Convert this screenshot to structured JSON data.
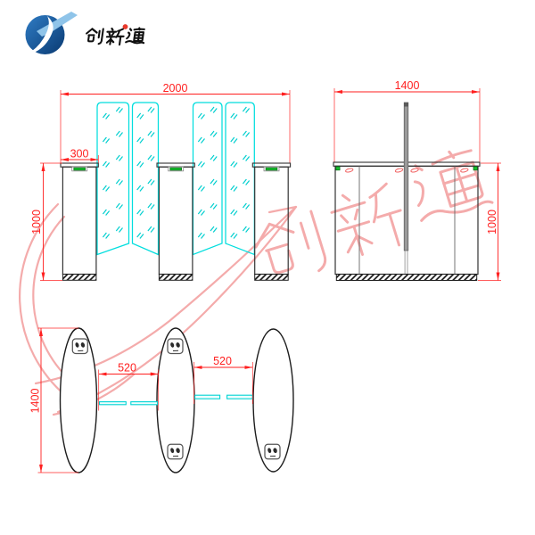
{
  "logo": {
    "text": "创新通",
    "dot_color": "#e8392b",
    "globe_gradient": [
      "#2f7cc4",
      "#0a3a72"
    ],
    "arrow_color": "#8fc4e9"
  },
  "watermark": {
    "text": "创新通",
    "color": "#f4abab"
  },
  "colors": {
    "dimension_red": "#ff1f1f",
    "glass_cyan": "#00dede",
    "glass_sparkle": "#00cfcf",
    "led_green": "#15c02c",
    "pole_grey": "#9a9a9a",
    "line_dark": "#333333",
    "hatch_black": "#111111",
    "slot_red": "#f06060"
  },
  "views": {
    "front": {
      "dims": {
        "total_width": "2000",
        "cabinet_width": "300",
        "height": "1000"
      }
    },
    "side": {
      "dims": {
        "depth": "1400",
        "height": "1000"
      }
    },
    "top": {
      "dims": {
        "depth": "1400",
        "left_lane_width": "520",
        "right_lane_width": "520"
      }
    }
  },
  "icons": {
    "card_reader": "card-reader-icon",
    "led_indicator": "led-indicator",
    "glass_sparkle": "glass-sparkle-icon",
    "logo_globe": "globe-arrow-icon"
  }
}
